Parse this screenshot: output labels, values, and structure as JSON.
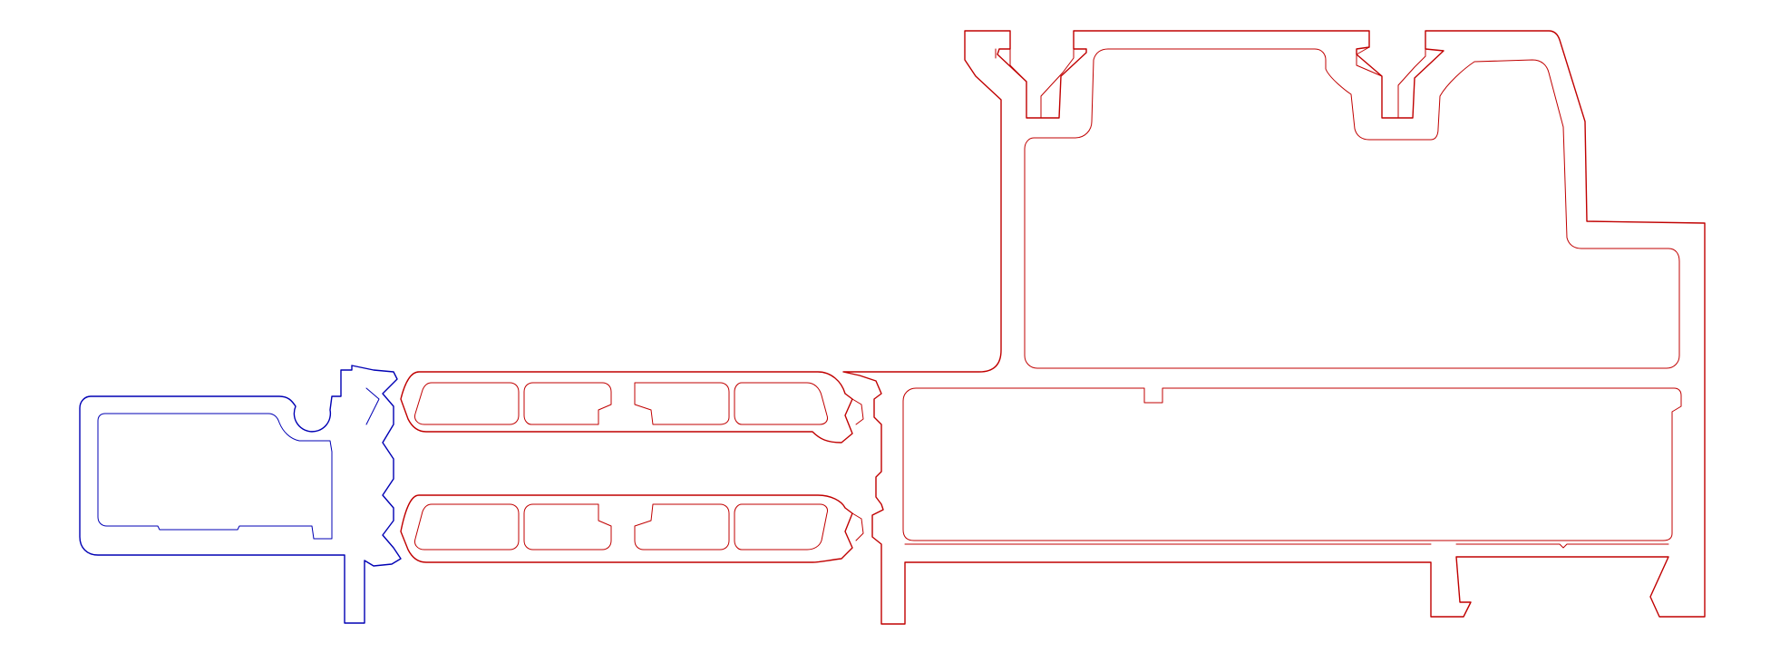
{
  "diagram": {
    "kind": "aluminium window profile cross-section",
    "colors": {
      "background": "#ffffff",
      "sash_profile": "#0000b4",
      "frame_profile": "#c00000",
      "insulation_hatch": "#7a7a7a"
    },
    "parts": [
      {
        "name": "sash-profile",
        "color_key": "sash_profile"
      },
      {
        "name": "thermal-break-upper",
        "color_key": "frame_profile"
      },
      {
        "name": "thermal-break-lower",
        "color_key": "frame_profile"
      },
      {
        "name": "frame-profile",
        "color_key": "frame_profile"
      }
    ]
  }
}
